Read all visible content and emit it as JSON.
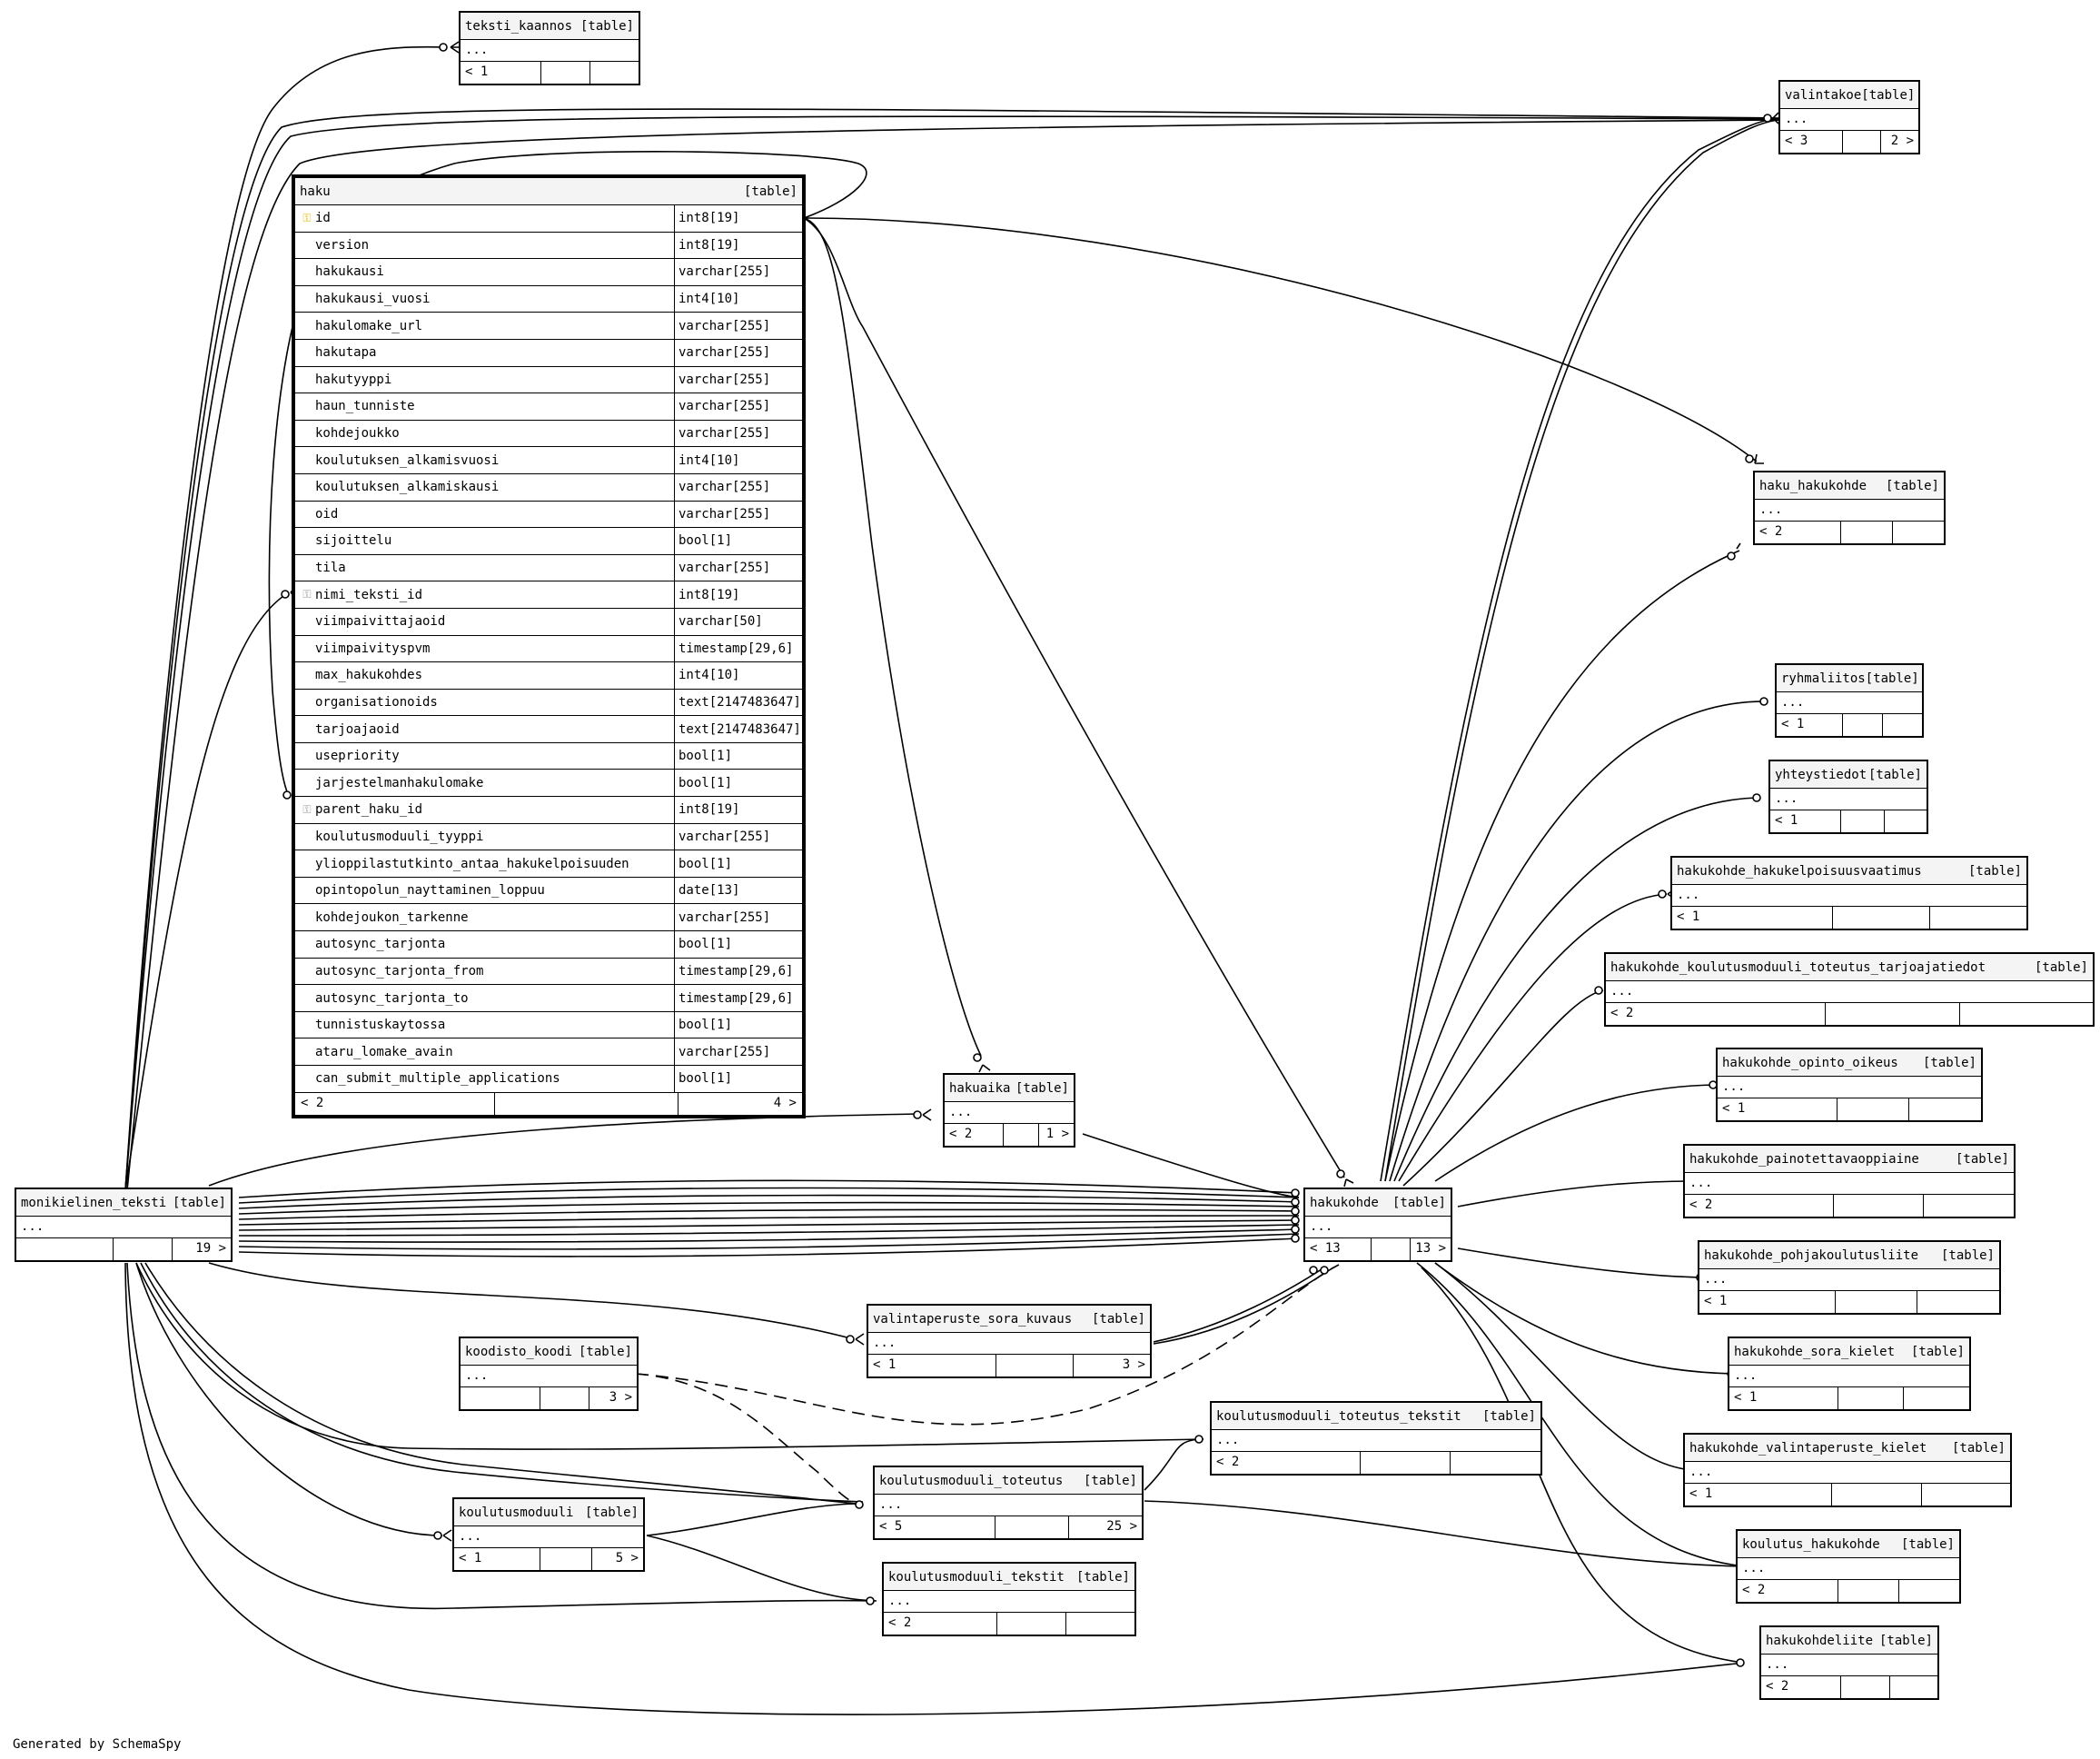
{
  "footer": "Generated by SchemaSpy",
  "table_tag": "[table]",
  "dots": "...",
  "main": {
    "name": "haku",
    "columns": [
      {
        "name": "id",
        "type": "int8[19]",
        "key": "pk"
      },
      {
        "name": "version",
        "type": "int8[19]",
        "key": ""
      },
      {
        "name": "hakukausi",
        "type": "varchar[255]",
        "key": ""
      },
      {
        "name": "hakukausi_vuosi",
        "type": "int4[10]",
        "key": ""
      },
      {
        "name": "hakulomake_url",
        "type": "varchar[255]",
        "key": ""
      },
      {
        "name": "hakutapa",
        "type": "varchar[255]",
        "key": ""
      },
      {
        "name": "hakutyyppi",
        "type": "varchar[255]",
        "key": ""
      },
      {
        "name": "haun_tunniste",
        "type": "varchar[255]",
        "key": ""
      },
      {
        "name": "kohdejoukko",
        "type": "varchar[255]",
        "key": ""
      },
      {
        "name": "koulutuksen_alkamisvuosi",
        "type": "int4[10]",
        "key": ""
      },
      {
        "name": "koulutuksen_alkamiskausi",
        "type": "varchar[255]",
        "key": ""
      },
      {
        "name": "oid",
        "type": "varchar[255]",
        "key": ""
      },
      {
        "name": "sijoittelu",
        "type": "bool[1]",
        "key": ""
      },
      {
        "name": "tila",
        "type": "varchar[255]",
        "key": ""
      },
      {
        "name": "nimi_teksti_id",
        "type": "int8[19]",
        "key": "fk"
      },
      {
        "name": "viimpaivittajaoid",
        "type": "varchar[50]",
        "key": ""
      },
      {
        "name": "viimpaivityspvm",
        "type": "timestamp[29,6]",
        "key": ""
      },
      {
        "name": "max_hakukohdes",
        "type": "int4[10]",
        "key": ""
      },
      {
        "name": "organisationoids",
        "type": "text[2147483647]",
        "key": ""
      },
      {
        "name": "tarjoajaoid",
        "type": "text[2147483647]",
        "key": ""
      },
      {
        "name": "usepriority",
        "type": "bool[1]",
        "key": ""
      },
      {
        "name": "jarjestelmanhakulomake",
        "type": "bool[1]",
        "key": ""
      },
      {
        "name": "parent_haku_id",
        "type": "int8[19]",
        "key": "fk"
      },
      {
        "name": "koulutusmoduuli_tyyppi",
        "type": "varchar[255]",
        "key": ""
      },
      {
        "name": "ylioppilastutkinto_antaa_hakukelpoisuuden",
        "type": "bool[1]",
        "key": ""
      },
      {
        "name": "opintopolun_nayttaminen_loppuu",
        "type": "date[13]",
        "key": ""
      },
      {
        "name": "kohdejoukon_tarkenne",
        "type": "varchar[255]",
        "key": ""
      },
      {
        "name": "autosync_tarjonta",
        "type": "bool[1]",
        "key": ""
      },
      {
        "name": "autosync_tarjonta_from",
        "type": "timestamp[29,6]",
        "key": ""
      },
      {
        "name": "autosync_tarjonta_to",
        "type": "timestamp[29,6]",
        "key": ""
      },
      {
        "name": "tunnistuskaytossa",
        "type": "bool[1]",
        "key": ""
      },
      {
        "name": "ataru_lomake_avain",
        "type": "varchar[255]",
        "key": ""
      },
      {
        "name": "can_submit_multiple_applications",
        "type": "bool[1]",
        "key": ""
      }
    ],
    "parents": "< 2",
    "children": "4 >"
  },
  "tables": [
    {
      "id": "teksti_kaannos",
      "name": "teksti_kaannos",
      "parents": "< 1",
      "children": ""
    },
    {
      "id": "valintakoe",
      "name": "valintakoe",
      "parents": "< 3",
      "children": "2 >"
    },
    {
      "id": "haku_hakukohde",
      "name": "haku_hakukohde",
      "parents": "< 2",
      "children": ""
    },
    {
      "id": "ryhmaliitos",
      "name": "ryhmaliitos",
      "parents": "< 1",
      "children": ""
    },
    {
      "id": "yhteystiedot",
      "name": "yhteystiedot",
      "parents": "< 1",
      "children": ""
    },
    {
      "id": "hakukohde_hakukelpoisuusvaatimus",
      "name": "hakukohde_hakukelpoisuusvaatimus",
      "parents": "< 1",
      "children": ""
    },
    {
      "id": "hakukohde_koulutusmoduuli_toteutus_tarjoajatiedot",
      "name": "hakukohde_koulutusmoduuli_toteutus_tarjoajatiedot",
      "parents": "< 2",
      "children": ""
    },
    {
      "id": "hakukohde_opinto_oikeus",
      "name": "hakukohde_opinto_oikeus",
      "parents": "< 1",
      "children": ""
    },
    {
      "id": "hakukohde_painotettavaoppiaine",
      "name": "hakukohde_painotettavaoppiaine",
      "parents": "< 2",
      "children": ""
    },
    {
      "id": "hakukohde_pohjakoulutusliite",
      "name": "hakukohde_pohjakoulutusliite",
      "parents": "< 1",
      "children": ""
    },
    {
      "id": "hakukohde_sora_kielet",
      "name": "hakukohde_sora_kielet",
      "parents": "< 1",
      "children": ""
    },
    {
      "id": "hakukohde_valintaperuste_kielet",
      "name": "hakukohde_valintaperuste_kielet",
      "parents": "< 1",
      "children": ""
    },
    {
      "id": "koulutus_hakukohde",
      "name": "koulutus_hakukohde",
      "parents": "< 2",
      "children": ""
    },
    {
      "id": "hakukohdeliite",
      "name": "hakukohdeliite",
      "parents": "< 2",
      "children": ""
    },
    {
      "id": "hakuaika",
      "name": "hakuaika",
      "parents": "< 2",
      "children": "1 >"
    },
    {
      "id": "hakukohde",
      "name": "hakukohde",
      "parents": "< 13",
      "children": "13 >"
    },
    {
      "id": "monikielinen_teksti",
      "name": "monikielinen_teksti",
      "parents": "",
      "children": "19 >"
    },
    {
      "id": "valintaperuste_sora_kuvaus",
      "name": "valintaperuste_sora_kuvaus",
      "parents": "< 1",
      "children": "3 >"
    },
    {
      "id": "koodisto_koodi",
      "name": "koodisto_koodi",
      "parents": "",
      "children": "3 >"
    },
    {
      "id": "koulutusmoduuli_toteutus_tekstit",
      "name": "koulutusmoduuli_toteutus_tekstit",
      "parents": "< 2",
      "children": ""
    },
    {
      "id": "koulutusmoduuli_toteutus",
      "name": "koulutusmoduuli_toteutus",
      "parents": "< 5",
      "children": "25 >"
    },
    {
      "id": "koulutusmoduuli",
      "name": "koulutusmoduuli",
      "parents": "< 1",
      "children": "5 >"
    },
    {
      "id": "koulutusmoduuli_tekstit",
      "name": "koulutusmoduuli_tekstit",
      "parents": "< 2",
      "children": ""
    }
  ]
}
